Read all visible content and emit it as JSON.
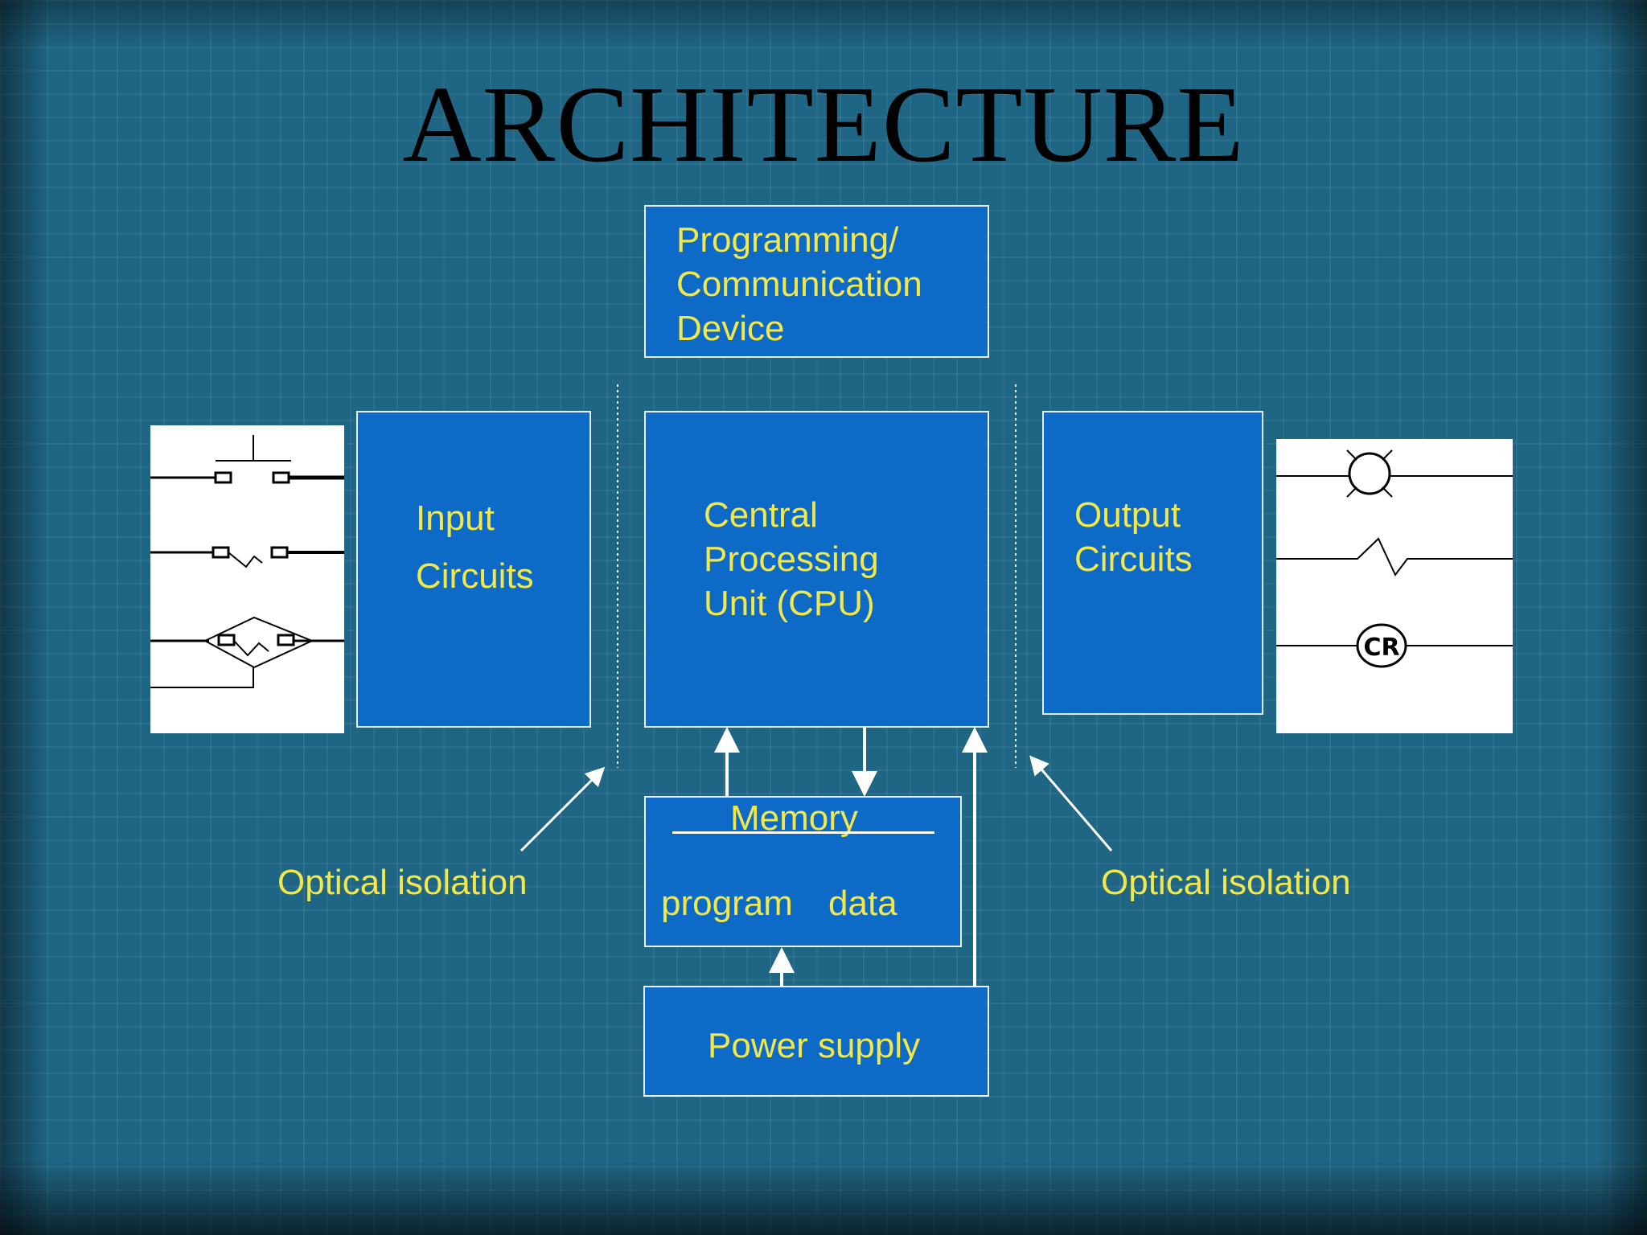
{
  "title": "ARCHITECTURE",
  "programming_box": {
    "line1": "Programming/",
    "line2": "Communication",
    "line3": "Device"
  },
  "input_box": {
    "line1": "Input",
    "line2": "Circuits"
  },
  "cpu_box": {
    "line1": "Central",
    "line2": "Processing",
    "line3": "Unit (CPU)"
  },
  "output_box": {
    "line1": "Output",
    "line2": "Circuits"
  },
  "memory_box": {
    "title": "Memory",
    "program": "program",
    "data": "data"
  },
  "power_box": {
    "label": "Power supply"
  },
  "optical_left": "Optical isolation",
  "optical_right": "Optical isolation",
  "output_coil_label": "CR",
  "colors": {
    "background": "#1f6584",
    "box_fill": "#0d6ac7",
    "box_text": "#f2e84a",
    "title": "#000000"
  }
}
